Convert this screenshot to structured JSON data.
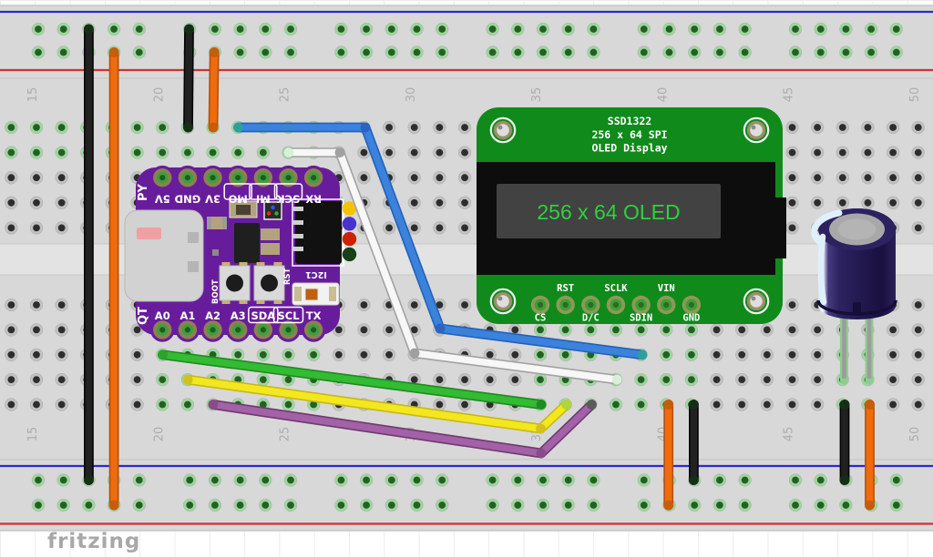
{
  "watermark": "fritzing",
  "breadboard": {
    "column_labels": [
      {
        "label": "15",
        "col": 0
      },
      {
        "label": "20",
        "col": 5
      },
      {
        "label": "25",
        "col": 10
      },
      {
        "label": "30",
        "col": 15
      },
      {
        "label": "35",
        "col": 20
      },
      {
        "label": "40",
        "col": 25
      },
      {
        "label": "45",
        "col": 30
      },
      {
        "label": "50",
        "col": 35
      }
    ],
    "palette": {
      "base": "#d8d8d8",
      "channel": "#e3e3e3",
      "edge": "#c6c6c6",
      "separator": "#c8c8c8",
      "line_blue": "#2a2ad2",
      "line_red": "#d03030",
      "pocket": "#c2c2c2",
      "pocket_rim": "#b2b2b2",
      "hole": "#2d2d2d",
      "glow_ring": "#9bd89b",
      "glow_hole": "#265f26"
    },
    "glow_regions": [
      {
        "half": "top",
        "cols": [
          -1,
          11
        ],
        "rows": [
          0,
          1
        ]
      },
      {
        "half": "bottom",
        "cols": [
          5,
          11
        ],
        "rows": [
          2,
          3,
          4
        ]
      },
      {
        "half": "bottom",
        "cols": [
          20,
          26
        ],
        "rows": [
          1,
          2,
          3,
          4
        ]
      },
      {
        "half": "bottom",
        "cols": [
          32,
          33
        ],
        "rows": [
          2,
          3,
          4
        ]
      }
    ]
  },
  "qtpy": {
    "board_color": "#671d9b",
    "silk_top": "PY",
    "silk_bottom": "QT",
    "boot_label": "BOOT",
    "rst_label": "RST",
    "i2c_label": "I2C1",
    "top_pins": [
      {
        "label": "5V",
        "boxed": false
      },
      {
        "label": "GND",
        "boxed": false
      },
      {
        "label": "3V",
        "boxed": false
      },
      {
        "label": "MO",
        "boxed": true
      },
      {
        "label": "MI",
        "boxed": true
      },
      {
        "label": "SCK",
        "boxed": true
      },
      {
        "label": "RX",
        "boxed": false
      }
    ],
    "bottom_pins": [
      {
        "label": "A0",
        "boxed": false
      },
      {
        "label": "A1",
        "boxed": false
      },
      {
        "label": "A2",
        "boxed": false
      },
      {
        "label": "A3",
        "boxed": false
      },
      {
        "label": "SDA",
        "boxed": true
      },
      {
        "label": "SCL",
        "boxed": true
      },
      {
        "label": "TX",
        "boxed": false
      }
    ],
    "connector_dots": [
      "#f5c400",
      "#4833cc",
      "#cc2200",
      "#164016"
    ]
  },
  "oled": {
    "board_color": "#108a1b",
    "title_lines": [
      "SSD1322",
      "256 x 64 SPI",
      "OLED Display"
    ],
    "screen_text": "256 x 64 OLED",
    "screen_text_color": "#2bd33c",
    "pin_labels_above": [
      {
        "label": "RST",
        "pin": 1
      },
      {
        "label": "SCLK",
        "pin": 3
      },
      {
        "label": "VIN",
        "pin": 5
      }
    ],
    "pin_labels_below": [
      {
        "label": "CS",
        "pin": 0
      },
      {
        "label": "D/C",
        "pin": 2
      },
      {
        "label": "SDIN",
        "pin": 4
      },
      {
        "label": "GND",
        "pin": 6
      }
    ]
  },
  "capacitor": {
    "body_color": "#241a4f",
    "top_color": "#a8a8a8",
    "highlight": "#dff0fc"
  },
  "wire_styles": {
    "black": {
      "stroke": "#212121",
      "outline": "#050505",
      "cap": "#162e16"
    },
    "orange": {
      "stroke": "#ee6c0e",
      "outline": "#b4500a",
      "cap": "#c65d08"
    },
    "blue": {
      "stroke": "#3b82dd",
      "outline": "#2361b8",
      "cap": "#2b62c4",
      "first_cap": "#2f9e9e",
      "end_cap": "#2f9e9e"
    },
    "white": {
      "stroke": "#f7f7f7",
      "outline": "#a2a2a2",
      "cap": "#a0a0a0",
      "first_cap": "#d8efd8",
      "end_cap": "#d8efd8"
    },
    "green": {
      "stroke": "#33bb33",
      "outline": "#1e8a1e",
      "cap": "#28a428",
      "end_cap": "#1d8f1f"
    },
    "yellow": {
      "stroke": "#f3e71f",
      "outline": "#c7b816",
      "cap": "#d2c21a",
      "end_cap": "#aed43f"
    },
    "purple": {
      "stroke": "#a361a8",
      "outline": "#6d3a6d",
      "cap": "#8a4b8a",
      "end_cap": "#5a5a5a"
    }
  },
  "wires": [
    {
      "id": "rail-black-left",
      "color_key": "black",
      "points": [
        [
          97.4,
          32
        ],
        [
          97.4,
          527.5
        ]
      ]
    },
    {
      "id": "rail-orange-left",
      "color_key": "orange",
      "points": [
        [
          125.1,
          57.5
        ],
        [
          125.1,
          555
        ]
      ]
    },
    {
      "id": "gnd-jumper",
      "color_key": "black",
      "points": [
        [
          207.5,
          32
        ],
        [
          206.5,
          140
        ]
      ]
    },
    {
      "id": "3v-jumper",
      "color_key": "orange",
      "points": [
        [
          235.2,
          57.5
        ],
        [
          234,
          140
        ]
      ]
    },
    {
      "id": "mosi-to-sdin",
      "color_key": "blue",
      "points": [
        [
          261.6,
          140
        ],
        [
          401,
          140
        ],
        [
          483,
          361
        ],
        [
          704.8,
          389.8
        ]
      ]
    },
    {
      "id": "sck-to-sclk",
      "color_key": "white",
      "points": [
        [
          317,
          167.6
        ],
        [
          373,
          167.6
        ],
        [
          455,
          388
        ],
        [
          677.1,
          417.1
        ]
      ]
    },
    {
      "id": "a0-to-cs",
      "color_key": "green",
      "points": [
        [
          178.5,
          389.8
        ],
        [
          594,
          444.5
        ]
      ]
    },
    {
      "id": "a1-to-rst",
      "color_key": "yellow",
      "points": [
        [
          206.2,
          417.1
        ],
        [
          593.5,
          471
        ],
        [
          621.7,
          444.5
        ]
      ]
    },
    {
      "id": "a2-to-dc",
      "color_key": "purple",
      "points": [
        [
          233.9,
          444.5
        ],
        [
          594,
          498
        ],
        [
          649.4,
          444.5
        ]
      ]
    },
    {
      "id": "vin-to-rail",
      "color_key": "orange",
      "points": [
        [
          733.7,
          444.5
        ],
        [
          733.7,
          555
        ]
      ]
    },
    {
      "id": "gnd-to-rail",
      "color_key": "black",
      "points": [
        [
          761.4,
          444.5
        ],
        [
          761.4,
          527.5
        ]
      ]
    },
    {
      "id": "cap-neg-rail",
      "color_key": "black",
      "points": [
        [
          927,
          444.5
        ],
        [
          927,
          527.5
        ]
      ]
    },
    {
      "id": "cap-pos-rail",
      "color_key": "orange",
      "points": [
        [
          954.5,
          444.5
        ],
        [
          954.5,
          555
        ]
      ]
    }
  ]
}
